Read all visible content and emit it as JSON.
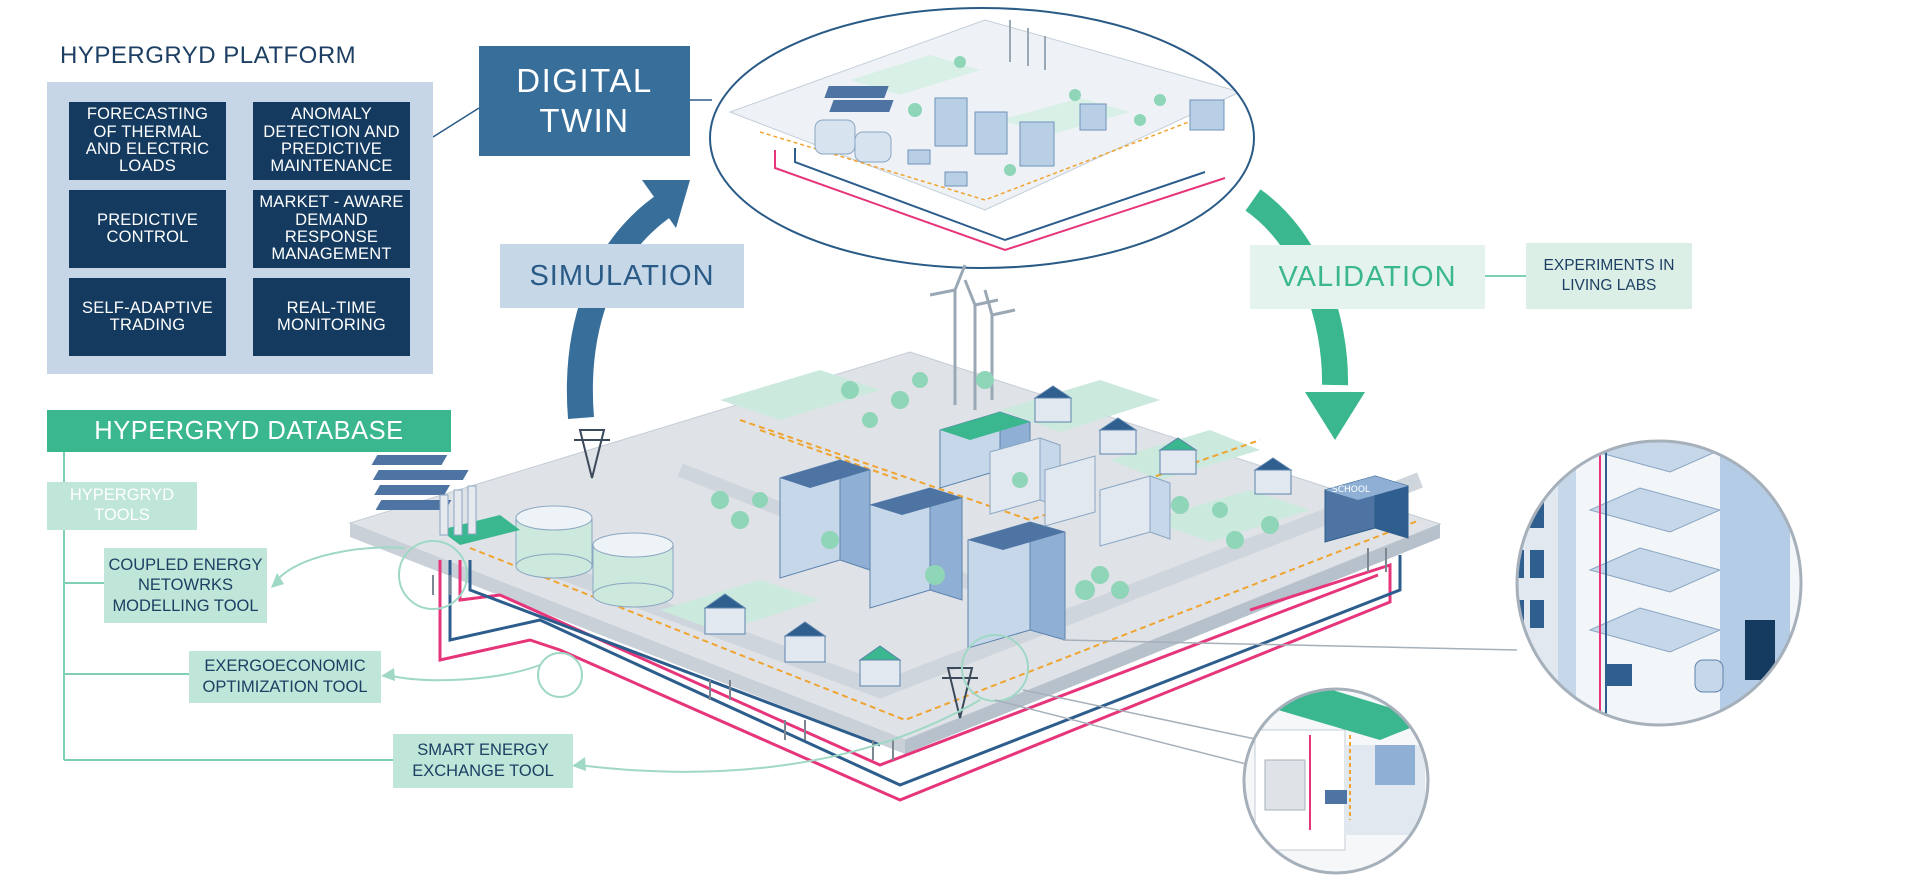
{
  "platform": {
    "title": "HYPERGRYD PLATFORM",
    "features": [
      "FORECASTING OF THERMAL AND ELECTRIC LOADS",
      "ANOMALY DETECTION AND PREDICTIVE MAINTENANCE",
      "PREDICTIVE CONTROL",
      "MARKET - AWARE DEMAND RESPONSE MANAGEMENT",
      "SELF-ADAPTIVE TRADING",
      "REAL-TIME MONITORING"
    ]
  },
  "flow": {
    "digital_twin": "DIGITAL\nTWIN",
    "simulation": "SIMULATION",
    "validation": "VALIDATION",
    "experiments": "EXPERIMENTS IN LIVING LABS"
  },
  "database": {
    "title": "HYPERGRYD DATABASE",
    "tools_label": "HYPERGRYD TOOLS",
    "tools": [
      "COUPLED ENERGY NETOWRKS MODELLING TOOL",
      "EXERGOECONOMIC OPTIMIZATION TOOL",
      "SMART ENERGY EXCHANGE TOOL"
    ]
  },
  "city": {
    "school_sign": "SCHOOL"
  },
  "colors": {
    "navy": "#143a5f",
    "steel_blue": "#376e9a",
    "light_blue": "#c7d6e6",
    "green": "#3ab78e",
    "light_green": "#bfe6d8",
    "electric_pink": "#e6357a",
    "thermal_blue": "#2c5d8c",
    "data_orange": "#f0a430"
  }
}
